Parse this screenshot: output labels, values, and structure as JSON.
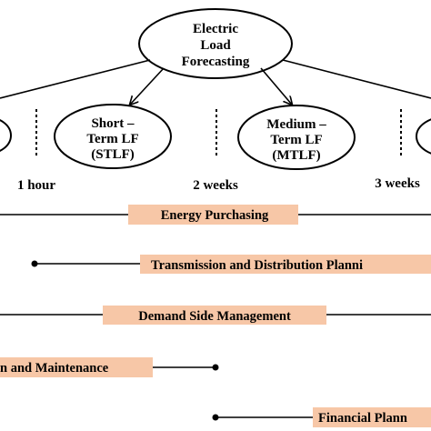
{
  "colors": {
    "label_fill": "#f7c7a7",
    "stroke": "#000000",
    "background": "#ffffff"
  },
  "root": {
    "lines": [
      "Electric",
      "Load",
      "Forecasting"
    ]
  },
  "categories": [
    {
      "id": "left-cut",
      "lines": []
    },
    {
      "id": "stlf",
      "lines": [
        "Short –",
        "Term LF",
        "(STLF)"
      ]
    },
    {
      "id": "mtlf",
      "lines": [
        "Medium –",
        "Term LF",
        "(MTLF)"
      ]
    },
    {
      "id": "right-cut",
      "lines": []
    }
  ],
  "time_ticks": [
    "1 hour",
    "2 weeks",
    "3 weeks"
  ],
  "applications": [
    {
      "label": "Energy Purchasing"
    },
    {
      "label": "Transmission and Distribution Planni"
    },
    {
      "label": "Demand Side Management"
    },
    {
      "label": "n and Maintenance"
    },
    {
      "label": "Financial Plann"
    }
  ]
}
